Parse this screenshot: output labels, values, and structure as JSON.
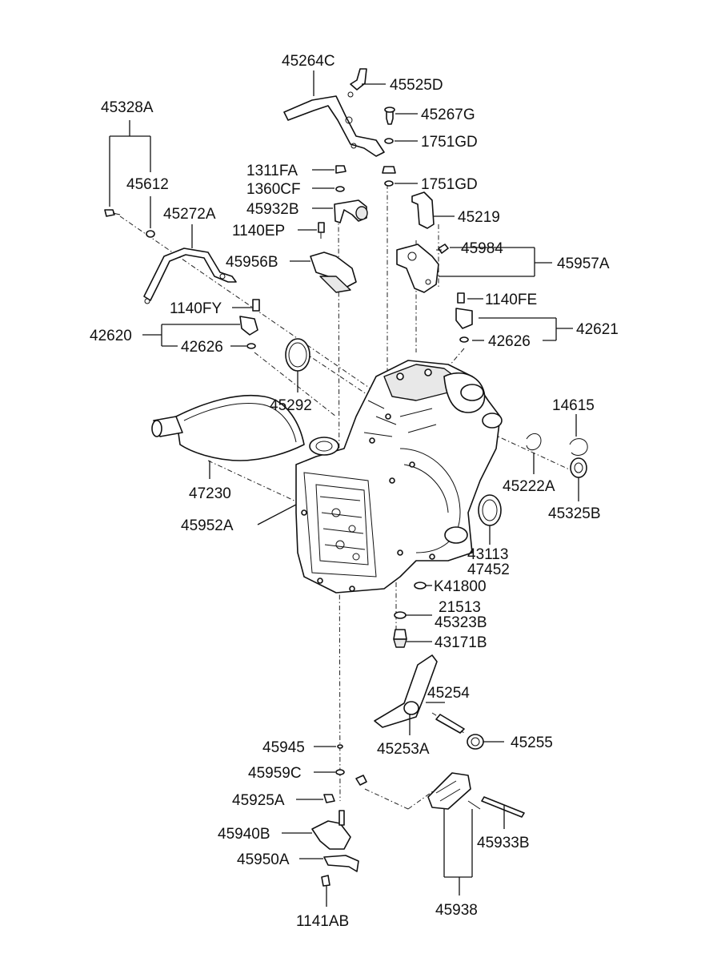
{
  "labels": {
    "p45264C": "45264C",
    "p45525D": "45525D",
    "p45267G": "45267G",
    "p1751GD_a": "1751GD",
    "p1751GD_b": "1751GD",
    "p45328A": "45328A",
    "p45612": "45612",
    "p1311FA": "1311FA",
    "p1360CF": "1360CF",
    "p45932B": "45932B",
    "p45219": "45219",
    "p45272A": "45272A",
    "p1140EP": "1140EP",
    "p45984": "45984",
    "p45956B": "45956B",
    "p45957A": "45957A",
    "p1140FY": "1140FY",
    "p1140FE": "1140FE",
    "p42620": "42620",
    "p42621": "42621",
    "p42626_a": "42626",
    "p42626_b": "42626",
    "p45292": "45292",
    "p14615": "14615",
    "p47230": "47230",
    "p45222A": "45222A",
    "p45952A": "45952A",
    "p45325B": "45325B",
    "p43113": "43113",
    "p47452": "47452",
    "pK41800": "K41800",
    "p21513": "21513",
    "p45323B": "45323B",
    "p43171B": "43171B",
    "p45254": "45254",
    "p45253A": "45253A",
    "p45255": "45255",
    "p45945": "45945",
    "p45959C": "45959C",
    "p45925A": "45925A",
    "p45940B": "45940B",
    "p45933B": "45933B",
    "p45950A": "45950A",
    "p45938": "45938",
    "p1141AB": "1141AB"
  }
}
